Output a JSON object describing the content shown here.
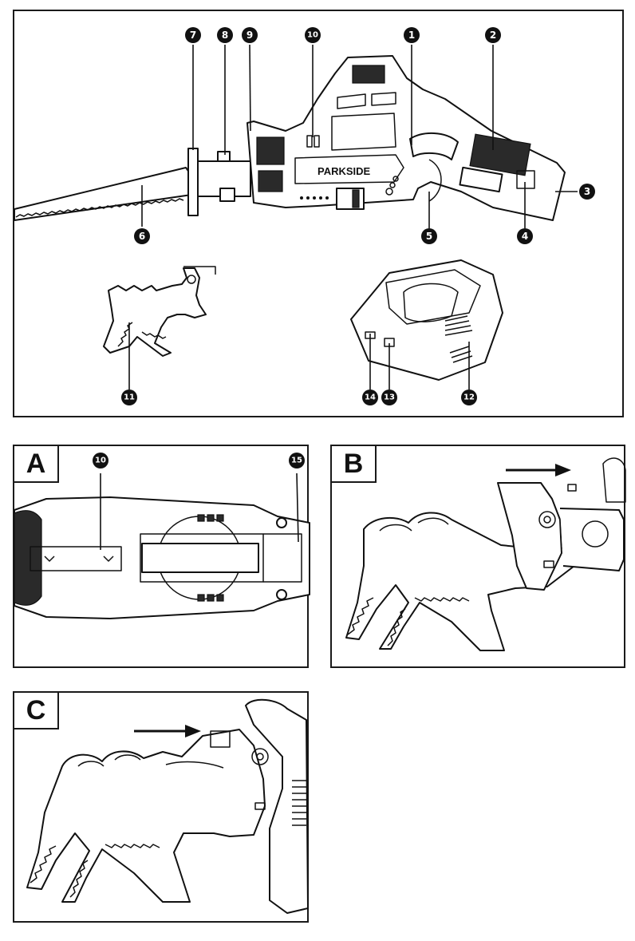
{
  "main_figure": {
    "callouts": [
      "7",
      "8",
      "9",
      "10",
      "1",
      "2",
      "3",
      "4",
      "5",
      "6",
      "11",
      "12",
      "13",
      "14"
    ],
    "brand_label": "PARKSIDE"
  },
  "panel_a": {
    "letter": "A",
    "callouts": [
      "10",
      "15"
    ]
  },
  "panel_b": {
    "letter": "B"
  },
  "panel_c": {
    "letter": "C"
  }
}
